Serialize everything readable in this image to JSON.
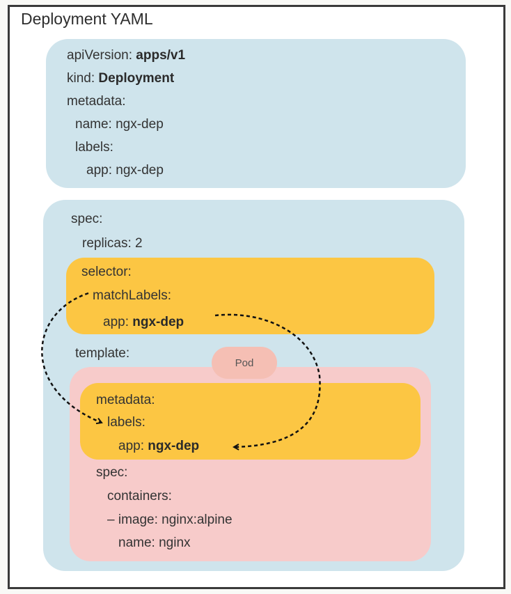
{
  "title": "Deployment YAML",
  "header_block": {
    "lines": [
      {
        "key": "apiVersion:",
        "value": "apps/v1",
        "bold": true
      },
      {
        "key": "kind:",
        "value": "Deployment",
        "bold": true
      },
      {
        "key": "metadata:",
        "value": ""
      },
      {
        "key": "name:",
        "value": "ngx-dep"
      },
      {
        "key": "labels:",
        "value": ""
      },
      {
        "key": "app:",
        "value": "ngx-dep"
      }
    ]
  },
  "spec_block": {
    "spec": "spec:",
    "replicas": {
      "key": "replicas:",
      "value": "2"
    },
    "selector": {
      "selector": "selector:",
      "matchLabels": "matchLabels:",
      "app_key": "app:",
      "app_value": "ngx-dep"
    },
    "template": "template:",
    "pod_label": "Pod",
    "pod": {
      "metadata": "metadata:",
      "labels": "labels:",
      "app_key": "app:",
      "app_value": "ngx-dep",
      "spec": "spec:",
      "containers": "containers:",
      "image": "– image: nginx:alpine",
      "name": "name: nginx"
    }
  },
  "colors": {
    "blue": "#cfe4ec",
    "yellow": "#fcc643",
    "pink": "#f7cbca",
    "pod_pill": "#f5bfb4",
    "frame_border": "#3a3a3a"
  },
  "connectors": [
    {
      "from": "selector.matchLabels",
      "to": "pod.labels",
      "style": "dashed-arrow"
    },
    {
      "from": "selector.app_value",
      "to": "pod.app_value",
      "style": "dashed-arrow"
    }
  ]
}
